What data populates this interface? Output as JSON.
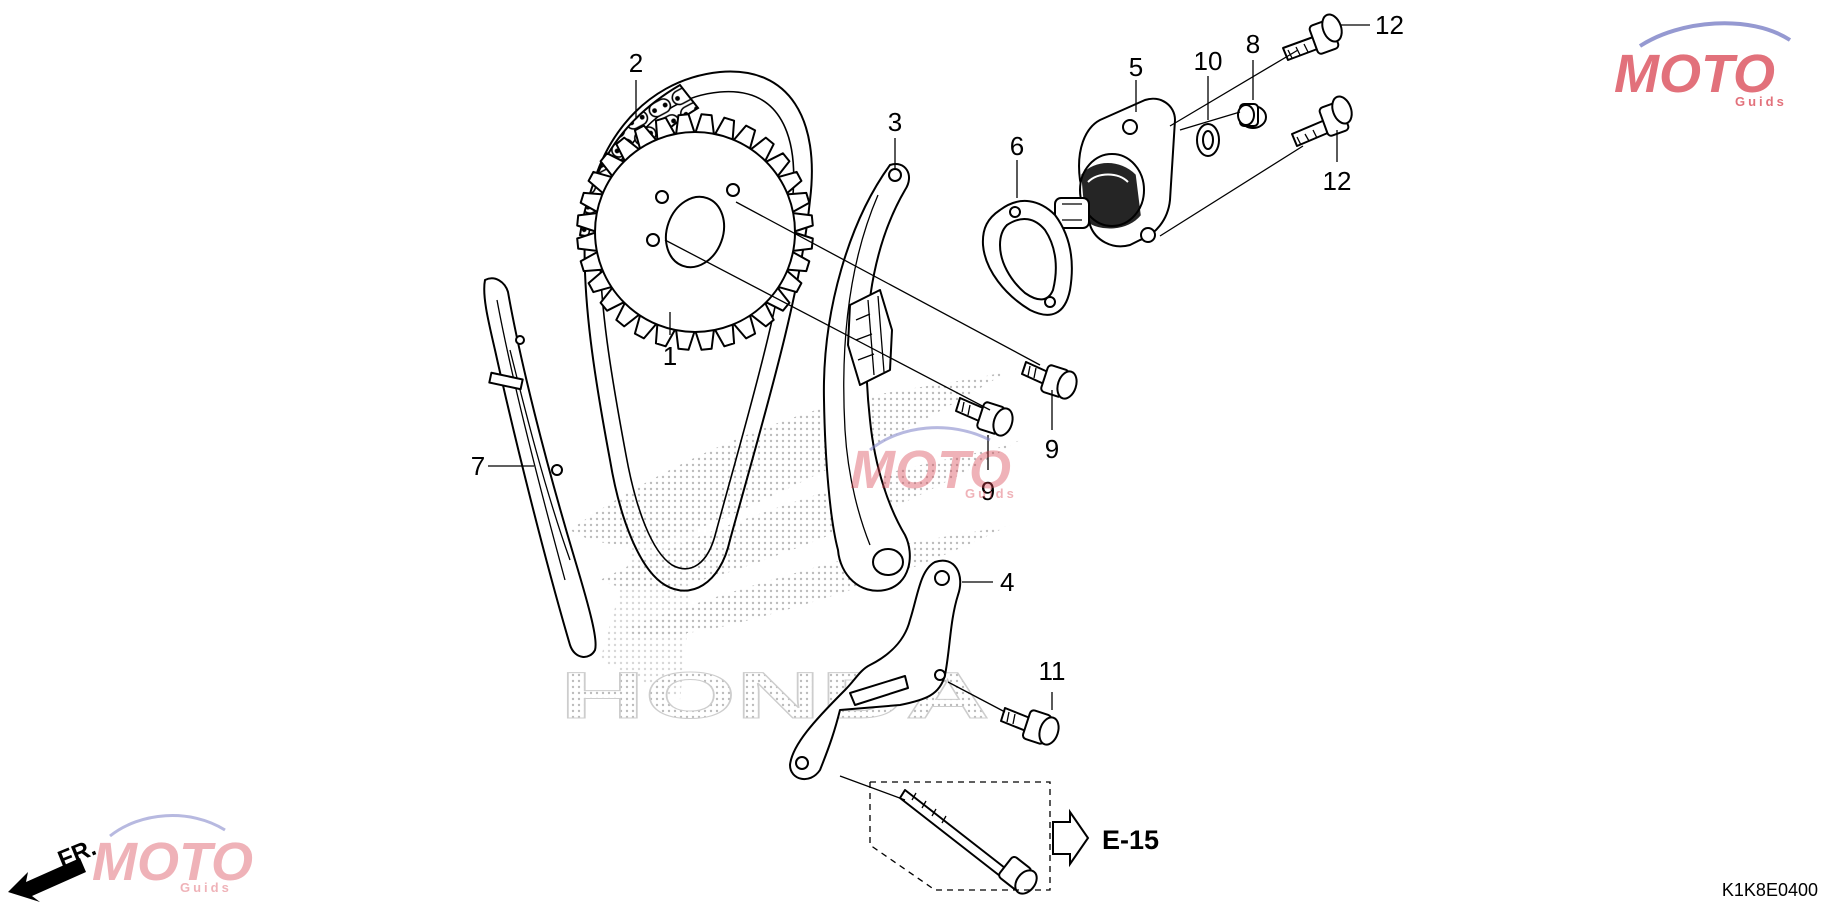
{
  "diagram": {
    "callouts": [
      {
        "id": "1",
        "label": "1"
      },
      {
        "id": "2",
        "label": "2"
      },
      {
        "id": "3",
        "label": "3"
      },
      {
        "id": "4",
        "label": "4"
      },
      {
        "id": "5",
        "label": "5"
      },
      {
        "id": "6",
        "label": "6"
      },
      {
        "id": "7",
        "label": "7"
      },
      {
        "id": "8",
        "label": "8"
      },
      {
        "id": "9a",
        "label": "9"
      },
      {
        "id": "9b",
        "label": "9"
      },
      {
        "id": "10",
        "label": "10"
      },
      {
        "id": "11",
        "label": "11"
      },
      {
        "id": "12a",
        "label": "12"
      },
      {
        "id": "12b",
        "label": "12"
      }
    ],
    "reference": "E-15",
    "front_marker": "FR.",
    "diagram_code": "K1K8E0400",
    "watermark": {
      "brand_text": "MOTO",
      "sub_text": "Guids",
      "background_logo_text": "HONDA"
    },
    "colors": {
      "line": "#000000",
      "watermark_red": "#d9424f",
      "watermark_blue": "#7b7fc6",
      "dot_pattern": "#b5b5b5"
    }
  }
}
